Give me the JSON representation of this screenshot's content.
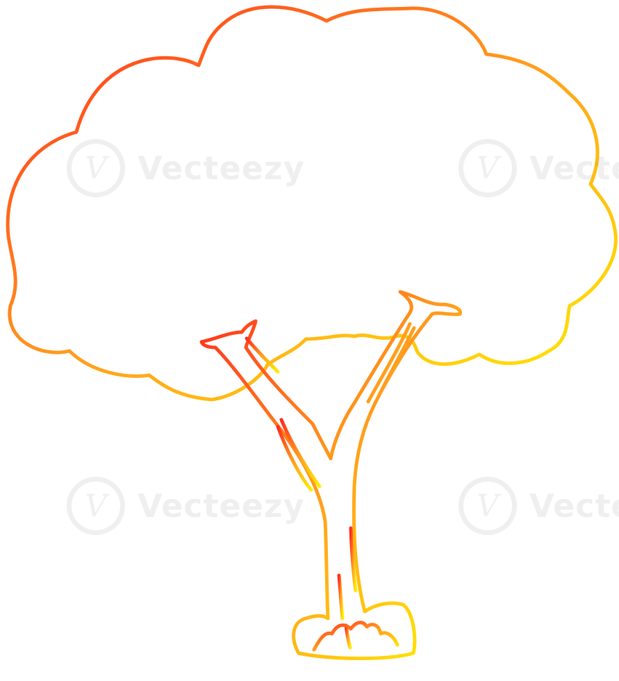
{
  "illustration": {
    "subject": "cartoon tree outline",
    "icon": "tree-icon",
    "gradient_colors": {
      "top_left": "#ff2a1e",
      "middle": "#ff9e1c",
      "bottom_right": "#ffee00"
    },
    "background": "#ffffff"
  },
  "watermark": {
    "text": "Vecteezy",
    "logo": "V"
  }
}
